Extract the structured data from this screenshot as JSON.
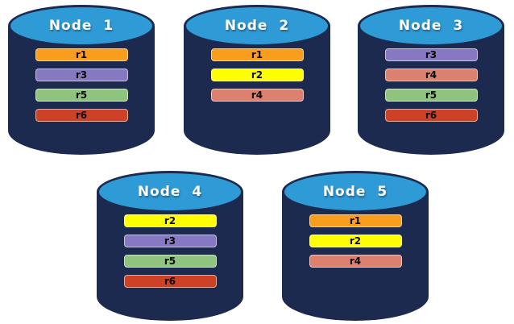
{
  "colors": {
    "page_background": "#ffffff",
    "cylinder_body": "#1b2a4e",
    "cylinder_top": "#2f9bd6",
    "title_text": "#ffffff",
    "bar_text": "#0a0a0a",
    "records": {
      "r1": "#f99d1c",
      "r2": "#ffff00",
      "r3": "#8779c1",
      "r4": "#dc8070",
      "r5": "#8fc47e",
      "r6": "#cd4227"
    }
  },
  "nodes": [
    {
      "name": "Node 1",
      "records": [
        "r1",
        "r3",
        "r5",
        "r6"
      ]
    },
    {
      "name": "Node 2",
      "records": [
        "r1",
        "r2",
        "r4"
      ]
    },
    {
      "name": "Node 3",
      "records": [
        "r3",
        "r4",
        "r5",
        "r6"
      ]
    },
    {
      "name": "Node 4",
      "records": [
        "r2",
        "r3",
        "r5",
        "r6"
      ]
    },
    {
      "name": "Node 5",
      "records": [
        "r1",
        "r2",
        "r4"
      ]
    }
  ]
}
